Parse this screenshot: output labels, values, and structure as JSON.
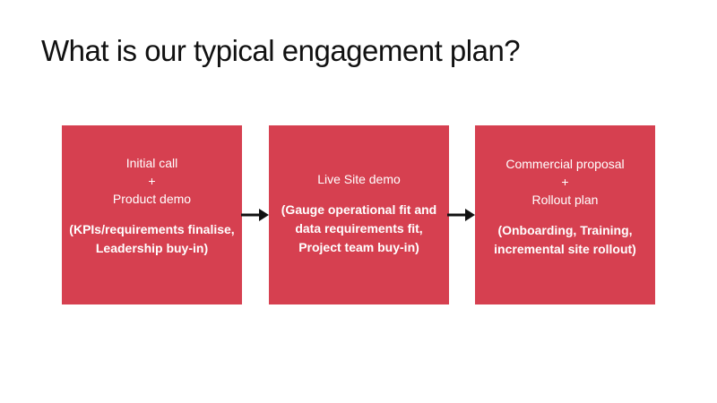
{
  "slide": {
    "title": "What is our typical engagement plan?"
  },
  "steps": [
    {
      "lines": [
        "Initial call",
        "+",
        "Product demo"
      ],
      "details": [
        "(KPIs/requirements finalise,",
        "Leadership buy-in)"
      ]
    },
    {
      "lines": [
        "Live Site demo"
      ],
      "details": [
        "(Gauge operational fit and",
        "data requirements fit,",
        "Project team buy-in)"
      ]
    },
    {
      "lines": [
        "Commercial proposal",
        "+",
        "Rollout plan"
      ],
      "details": [
        "(Onboarding, Training,",
        "incremental site rollout)"
      ]
    }
  ],
  "colors": {
    "box": "#d64050",
    "text_on_box": "#ffffff",
    "arrow": "#111111"
  },
  "icons": [
    "arrow-right-icon"
  ]
}
